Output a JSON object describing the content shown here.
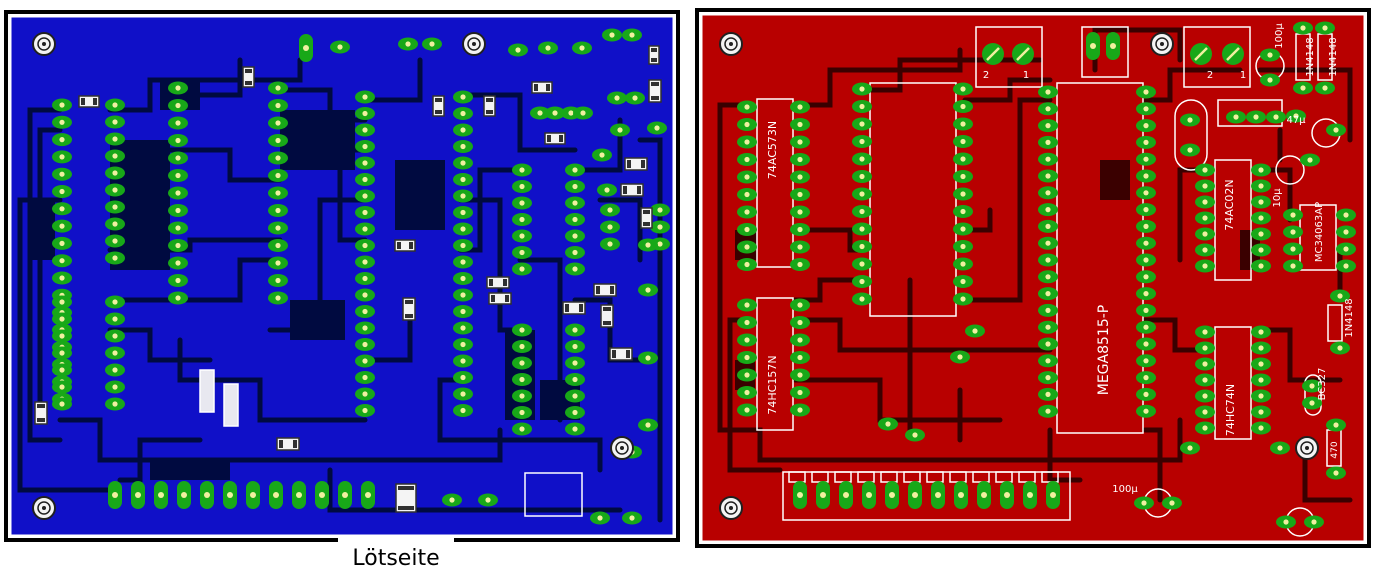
{
  "captions": {
    "solder_side": "Lötseite"
  },
  "component_side": {
    "ic_labels": {
      "latch": "74AC573N",
      "mux": "74HC157N",
      "mcu": "MEGA8515-P",
      "nor": "74AC02N",
      "flipflop": "74HC74N",
      "regulator": "MC34063AP"
    },
    "values": {
      "cap_top": "100µ",
      "diode_a": "1N4148",
      "diode_b": "1N4148",
      "diode_right": "1N4148",
      "cap_47": "47µ",
      "cap_10": "10µ",
      "transistor": "BC327",
      "resistor": "470",
      "cap_bottom": "100µ"
    },
    "terminal_pins": {
      "left_1": "2",
      "left_2": "1",
      "right_1": "2",
      "right_2": "1"
    }
  },
  "colors": {
    "solder_board": "#1010c8",
    "solder_trace": "#000a40",
    "component_board": "#b80000",
    "component_trace": "#3a0000",
    "pad": "#18a818",
    "silkscreen": "#ffffff"
  }
}
